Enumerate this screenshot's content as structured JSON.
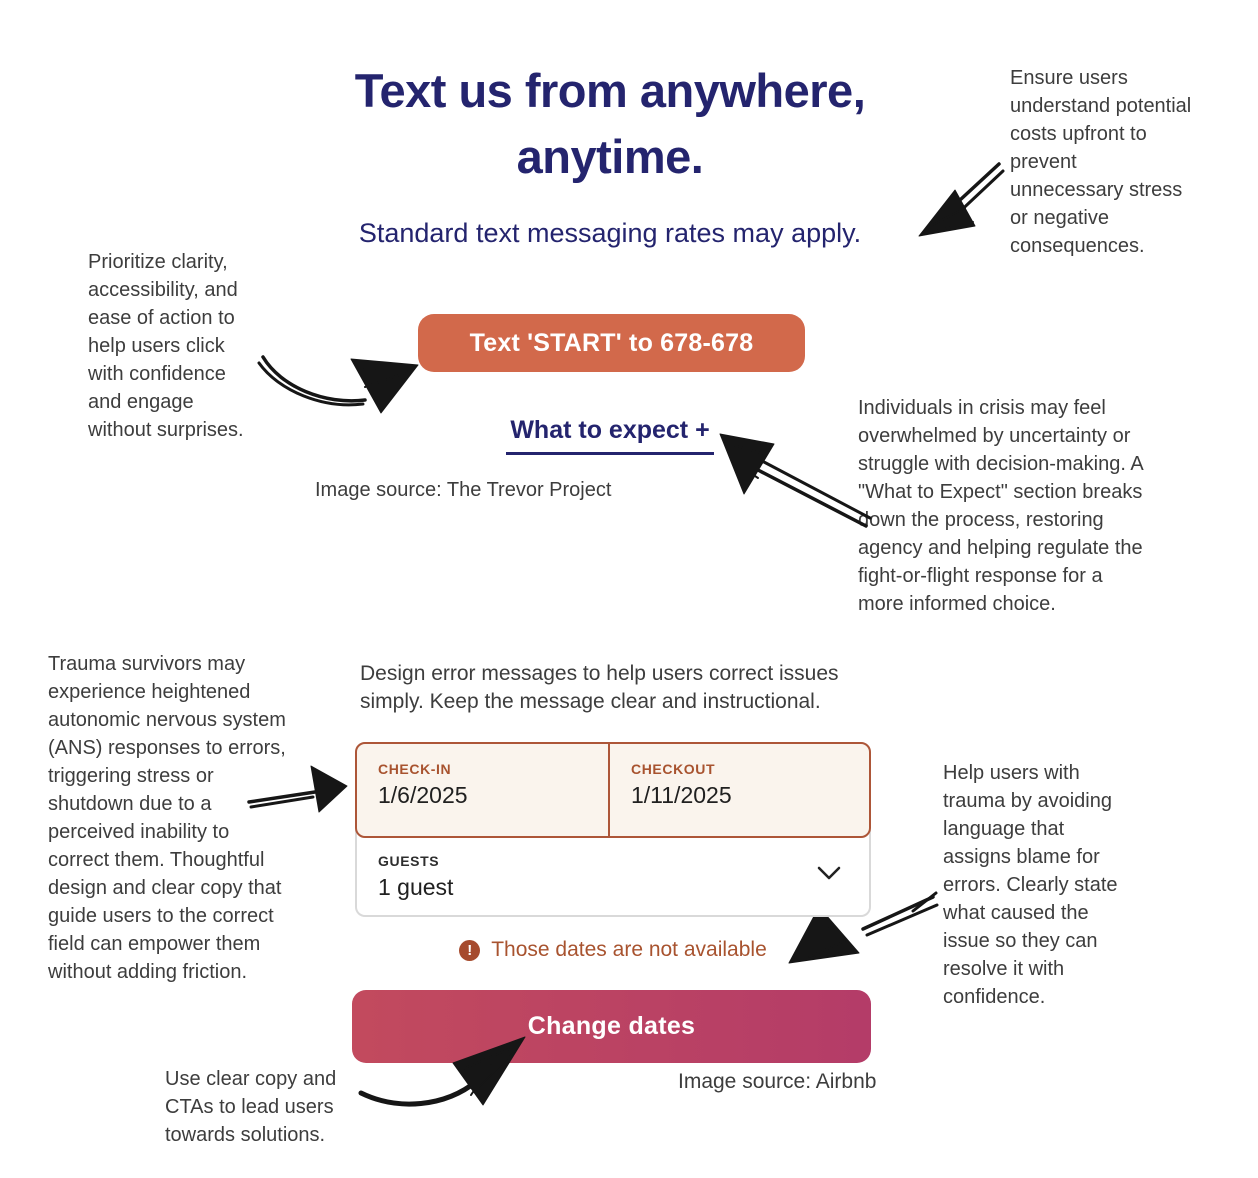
{
  "trevor": {
    "title_line1": "Text us from anywhere,",
    "title_line2": "anytime.",
    "subtitle": "Standard text messaging rates may apply.",
    "cta_label": "Text 'START' to 678-678",
    "expect_link": "What to expect +",
    "image_source": "Image source: The Trevor Project"
  },
  "airbnb": {
    "checkin_label": "CHECK-IN",
    "checkin_value": "1/6/2025",
    "checkout_label": "CHECKOUT",
    "checkout_value": "1/11/2025",
    "guests_label": "GUESTS",
    "guests_value": "1 guest",
    "error_icon_glyph": "!",
    "error_message": "Those dates are not available",
    "cta_label": "Change dates",
    "image_source": "Image source: Airbnb"
  },
  "annotations": {
    "costs": "Ensure users understand potential costs upfront to prevent unnecessary stress or negative consequences.",
    "clarity": "Prioritize clarity, accessibility, and ease of action to help users click with confidence and engage without surprises.",
    "expect": "Individuals in crisis may feel overwhelmed by uncertainty or struggle with decision-making. A \"What to Expect\" section breaks down the process, restoring agency and helping regulate the fight-or-flight response for a more informed choice.",
    "trauma": "Trauma survivors may experience heightened autonomic nervous system (ANS) responses to errors, triggering stress or shutdown due to a perceived inability to correct them. Thoughtful design and clear copy that guide users to the correct field can empower them without adding friction.",
    "intro": "Design error messages to help users correct issues simply. Keep the message clear and instructional.",
    "blame": "Help users with trauma by avoiding language that assigns blame for errors. Clearly state what caused the issue so they can resolve it with confidence.",
    "cta": "Use clear copy and CTAs to lead users towards solutions."
  },
  "icons": {
    "error_icon": "exclamation-circle",
    "chevron_icon": "chevron-down"
  },
  "colors": {
    "navy": "#24246e",
    "orange": "#d2694b",
    "brown": "#ad5638",
    "beige": "#faf4ed",
    "error": "#a8532f",
    "errorDark": "#a64b2e",
    "crimsonL": "#c24a5e",
    "crimsonR": "#b43c68",
    "ink": "#161616",
    "anno": "#3d3d3d"
  }
}
